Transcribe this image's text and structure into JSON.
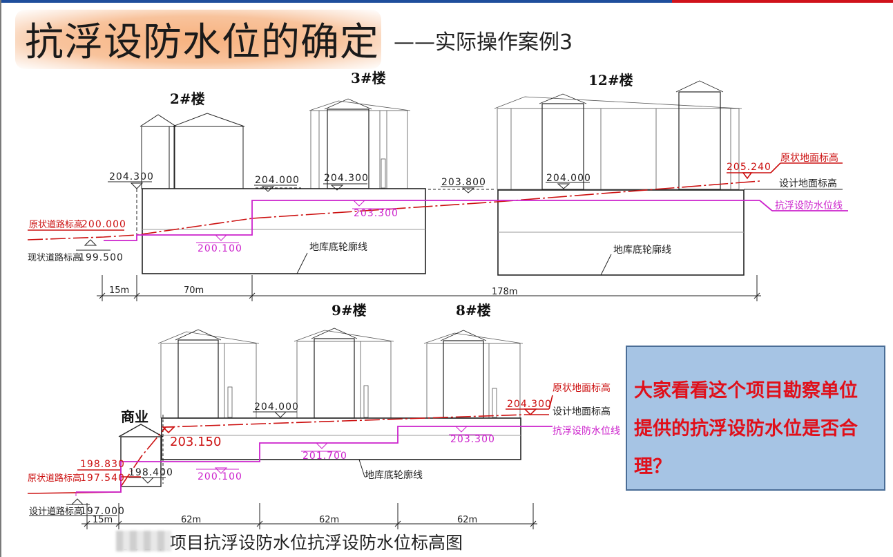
{
  "slide": {
    "title": "抗浮设防水位的确定",
    "subtitle": "——实际操作案例3",
    "caption": "东莞某项目抗浮设防水位抗浮设防水位标高图",
    "callout": "大家看看这个项目勘察单位提供的抗浮设防水位是否合理？"
  },
  "colors": {
    "accent_blue": "#1f4e9c",
    "accent_red": "#d0121b",
    "original_ground": "#cc1010",
    "water_level": "#cc22cc",
    "callout_bg": "#a6c4e4",
    "callout_text": "#e0101a",
    "title_glow": "#f7b27f"
  },
  "top_diagram": {
    "buildings": {
      "b2": "2#楼",
      "b3": "3#楼",
      "b12": "12#楼"
    },
    "elevations": {
      "e1": "204.300",
      "e2": "204.000",
      "e3": "204.300",
      "e4": "203.800",
      "e5": "204.000",
      "e6": "205.240",
      "e7": "203.300",
      "e8": "200.100",
      "e9": "200.000",
      "e10": "199.500"
    },
    "labels": {
      "orig_road": "原状道路标高",
      "cur_road": "现状道路标高",
      "orig_ground": "原状地面标高",
      "design_ground": "设计地面标高",
      "water_line": "抗浮设防水位线",
      "basement": "地库底轮廓线"
    },
    "dims": {
      "d1": "15m",
      "d2": "70m",
      "d3": "178m"
    }
  },
  "bottom_diagram": {
    "buildings": {
      "b9": "9#楼",
      "b8": "8#楼",
      "commercial": "商业"
    },
    "elevations": {
      "e1": "204.000",
      "e2": "204.300",
      "e3": "203.150",
      "e4": "201.700",
      "e5": "203.300",
      "e6": "200.100",
      "e7": "198.830",
      "e8": "197.540",
      "e9": "198.400",
      "e10": "197.000"
    },
    "labels": {
      "orig_ground": "原状地面标高",
      "design_ground": "设计地面标高",
      "water_line": "抗浮设防水位线",
      "orig_road": "原状道路标高",
      "design_road": "设计道路标高",
      "basement": "地库底轮廓线"
    },
    "dims": {
      "d1": "15m",
      "d2": "62m",
      "d3": "62m",
      "d4": "62m"
    }
  }
}
